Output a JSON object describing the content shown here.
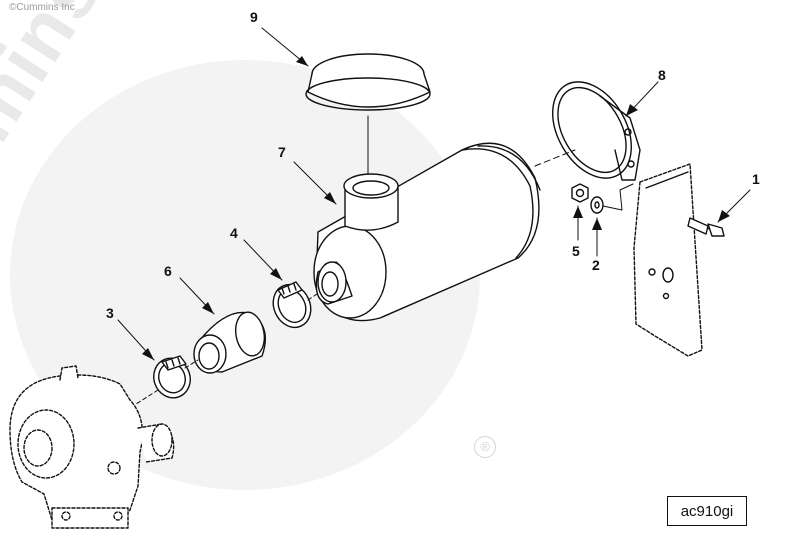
{
  "copyright": "©Cummins Inc",
  "watermark": "Cummins",
  "registered_mark": "®",
  "figure_code": "ac910gi",
  "callouts": {
    "c1": "1",
    "c2": "2",
    "c3": "3",
    "c4": "4",
    "c5": "5",
    "c6": "6",
    "c7": "7",
    "c8": "8",
    "c9": "9"
  }
}
